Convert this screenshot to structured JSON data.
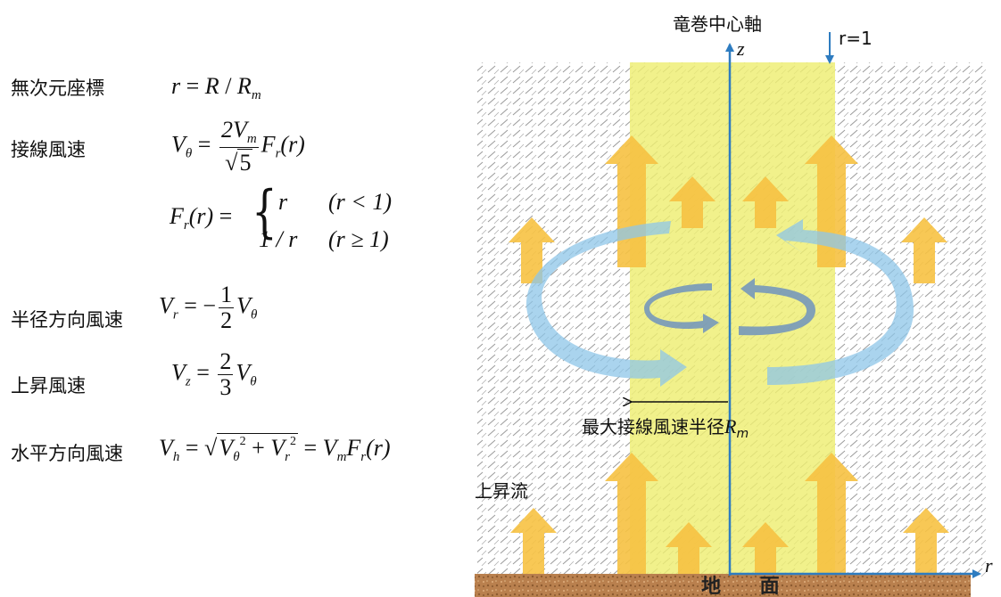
{
  "equations": {
    "dimensionless": {
      "label": "無次元座標",
      "lhs": "r",
      "rhs_R": "R",
      "rhs_Rm_base": "R",
      "rhs_Rm_sub": "m"
    },
    "tangential": {
      "label": "接線風速",
      "lhs_base": "V",
      "lhs_sub": "θ",
      "num": "2V",
      "num_sub": "m",
      "den": "5",
      "rhs_F": "F",
      "rhs_F_sub": "r",
      "rhs_arg": "(r)"
    },
    "piecewise": {
      "lhs": "F",
      "lhs_sub": "r",
      "lhs_arg": "(r)",
      "case1_value": "r",
      "case1_cond": "(r < 1)",
      "case2_value": "1 / r",
      "case2_cond": "(r ≥ 1)"
    },
    "radial": {
      "label": "半径方向風速",
      "lhs_base": "V",
      "lhs_sub": "r",
      "num": "1",
      "den": "2",
      "rhs_base": "V",
      "rhs_sub": "θ"
    },
    "updraft_eq": {
      "label": "上昇風速",
      "lhs_base": "V",
      "lhs_sub": "z",
      "num": "2",
      "den": "3",
      "rhs_base": "V",
      "rhs_sub": "θ"
    },
    "horizontal": {
      "label": "水平方向風速",
      "lhs_base": "V",
      "lhs_sub": "h",
      "t1": "V",
      "t1_sub": "θ",
      "t2": "V",
      "t2_sub": "r",
      "sup": "2",
      "rhs_V": "V",
      "rhs_V_sub": "m",
      "rhs_F": "F",
      "rhs_F_sub": "r",
      "rhs_arg": "(r)"
    }
  },
  "diagram": {
    "axis_title": "竜巻中心軸",
    "z_label": "z",
    "r_axis_label": "r",
    "r1_label": "r=1",
    "max_radius_label": "最大接線風速半径",
    "max_radius_sym": "R",
    "max_radius_sub": "m",
    "updraft_label": "上昇流",
    "ground_label": "地 面",
    "colors": {
      "core": "#eeee72",
      "axis": "#2e7cc0",
      "updraft_arrow": "#f7c242",
      "outer_swirl": "#8dc6e8",
      "inner_swirl": "#6f93bd",
      "ground": "#b9804e",
      "hatch": "#9a9a9a"
    }
  }
}
